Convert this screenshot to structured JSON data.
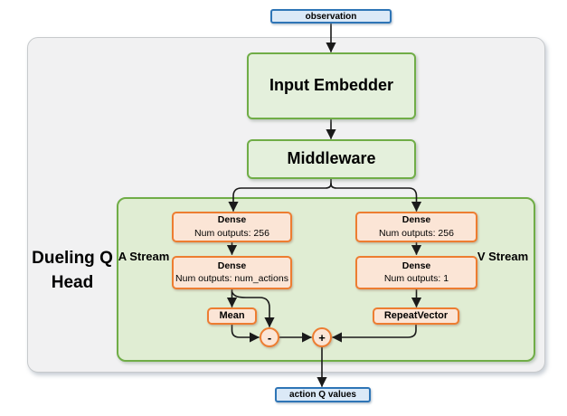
{
  "labels": {
    "dueling_q_head": "Dueling Q Head",
    "a_stream": "A Stream",
    "v_stream": "V Stream"
  },
  "nodes": {
    "observation": {
      "label": "observation"
    },
    "input_embedder": {
      "label": "Input Embedder"
    },
    "middleware": {
      "label": "Middleware"
    },
    "dense_a1": {
      "title": "Dense",
      "subtitle": "Num outputs: 256"
    },
    "dense_a2": {
      "title": "Dense",
      "subtitle": "Num outputs: num_actions"
    },
    "dense_v1": {
      "title": "Dense",
      "subtitle": "Num outputs: 256"
    },
    "dense_v2": {
      "title": "Dense",
      "subtitle": "Num outputs: 1"
    },
    "mean": {
      "label": "Mean"
    },
    "repeat_vector": {
      "label": "RepeatVector"
    },
    "minus_op": {
      "label": "-"
    },
    "plus_op": {
      "label": "+"
    },
    "action_q_values": {
      "label": "action Q values"
    }
  },
  "colors": {
    "blue_border": "#2e75b6",
    "blue_fill": "#dbe9f7",
    "green_border": "#70ad47",
    "green_fill": "#e4f0dc",
    "green_container_fill": "#e0edd3",
    "orange_border": "#ed7d31",
    "orange_fill": "#fbe5d6",
    "outer_container_fill": "#f1f1f2",
    "edge_color": "#1a1a1a"
  }
}
